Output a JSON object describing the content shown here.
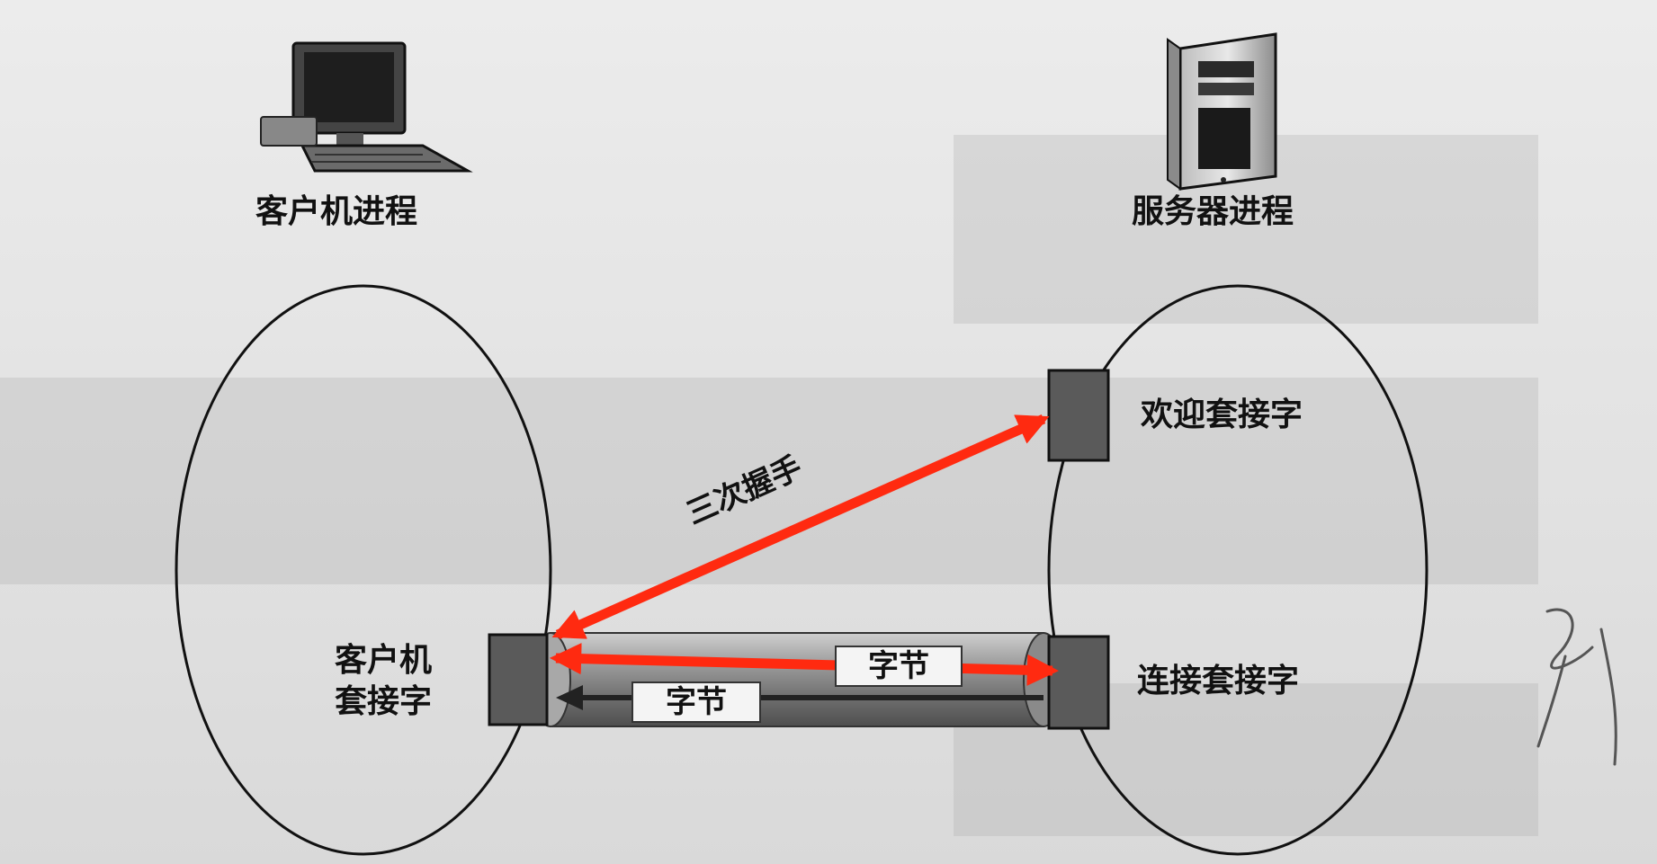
{
  "client": {
    "title": "客户机进程",
    "socket_label_line1": "客户机",
    "socket_label_line2": "套接字"
  },
  "server": {
    "title": "服务器进程",
    "welcome_socket": "欢迎套接字",
    "connection_socket": "连接套接字"
  },
  "handshake": {
    "label": "三次握手"
  },
  "pipe": {
    "bytes_upper": "字节",
    "bytes_lower": "字节"
  },
  "colors": {
    "arrow": "#ff2a10",
    "socket_box": "#5a5a5a",
    "ellipse": "#111111"
  },
  "icons": [
    "computer-icon",
    "server-tower-icon"
  ]
}
